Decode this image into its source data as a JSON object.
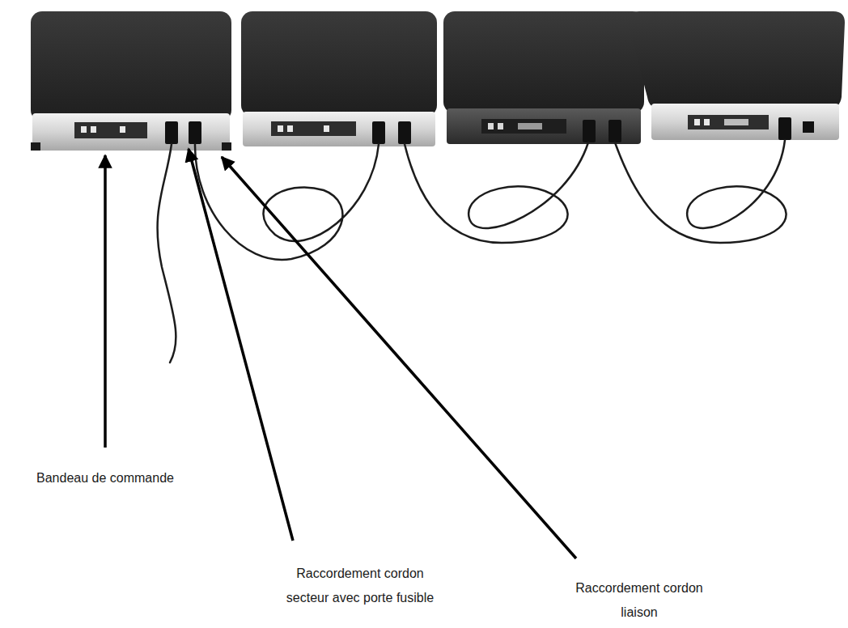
{
  "diagram": {
    "labels": [
      "Bandeau de commande",
      "Raccordement cordon secteur avec porte fusible",
      "Raccordement cordon liaison"
    ]
  }
}
